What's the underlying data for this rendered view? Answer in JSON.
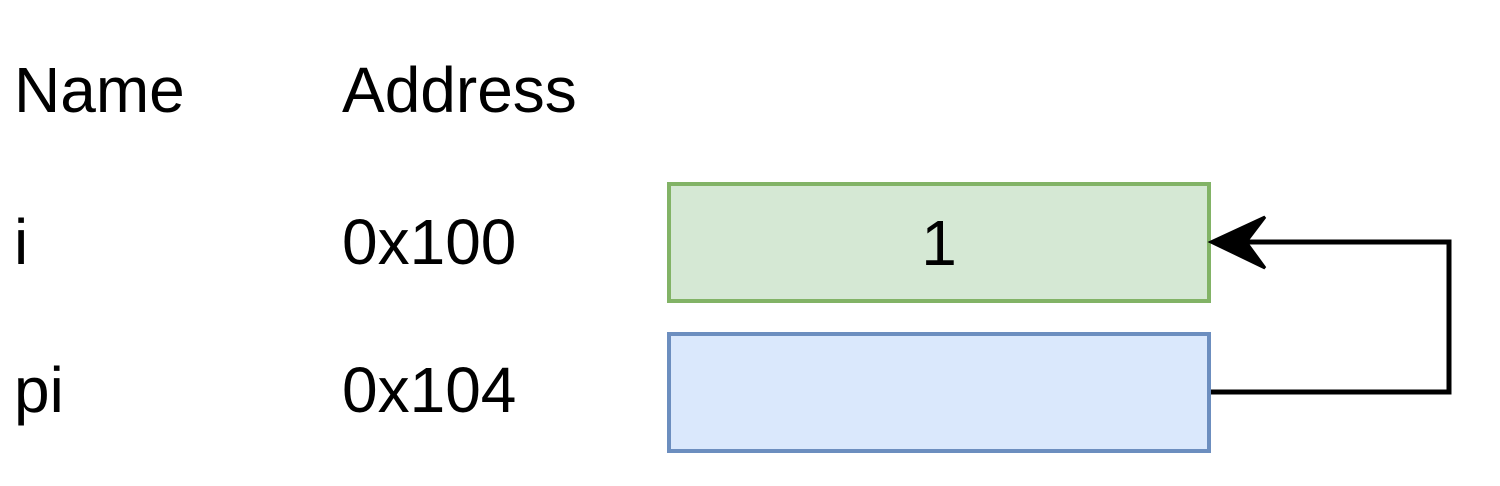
{
  "header": {
    "name_label": "Name",
    "address_label": "Address"
  },
  "variables": [
    {
      "name": "i",
      "address": "0x100",
      "value": "1",
      "fill": "#d5e8d4",
      "stroke": "#82b366"
    },
    {
      "name": "pi",
      "address": "0x104",
      "value": "",
      "fill": "#dae8fc",
      "stroke": "#6c8ebf"
    }
  ],
  "pointer_arrow": {
    "from": "pi",
    "to": "i",
    "color": "#000000"
  }
}
